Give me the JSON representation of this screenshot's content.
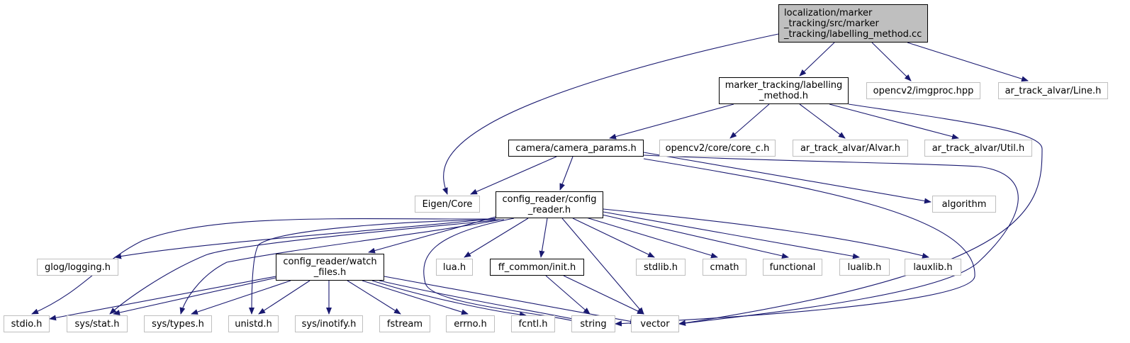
{
  "colors": {
    "edge": "#191970",
    "root_fill": "#bfbfbf",
    "node_border": "#000000",
    "external_border": "#bfbfbf"
  },
  "nodes": {
    "root": "localization/marker\n_tracking/src/marker\n_tracking/labelling_method.cc",
    "labelling_method_h": "marker_tracking/labelling\n_method.h",
    "imgproc": "opencv2/imgproc.hpp",
    "line_h": "ar_track_alvar/Line.h",
    "camera_params": "camera/camera_params.h",
    "core_c": "opencv2/core/core_c.h",
    "alvar_h": "ar_track_alvar/Alvar.h",
    "util_h": "ar_track_alvar/Util.h",
    "eigen_core": "Eigen/Core",
    "config_reader": "config_reader/config\n_reader.h",
    "algorithm": "algorithm",
    "glog": "glog/logging.h",
    "watch_files": "config_reader/watch\n_files.h",
    "lua_h": "lua.h",
    "ff_init": "ff_common/init.h",
    "stdlib": "stdlib.h",
    "cmath": "cmath",
    "functional": "functional",
    "lualib": "lualib.h",
    "lauxlib": "lauxlib.h",
    "stdio": "stdio.h",
    "sys_stat": "sys/stat.h",
    "sys_types": "sys/types.h",
    "unistd": "unistd.h",
    "inotify": "sys/inotify.h",
    "fstream": "fstream",
    "errno": "errno.h",
    "fcntl": "fcntl.h",
    "string": "string",
    "vector": "vector"
  }
}
